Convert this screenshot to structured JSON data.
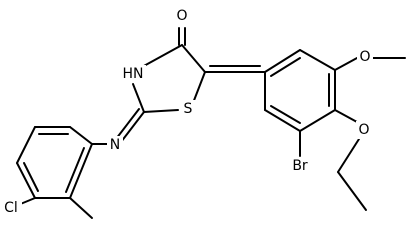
{
  "diagram": {
    "type": "chemical-structure",
    "atom_labels": {
      "carbonyl_oxygen": "O",
      "nh": "HN",
      "ring_sulfur": "S",
      "imine_nitrogen": "N",
      "methoxy_oxygen": "O",
      "ethoxy_oxygen": "O",
      "bromine": "Br",
      "chlorine": "Cl"
    }
  }
}
